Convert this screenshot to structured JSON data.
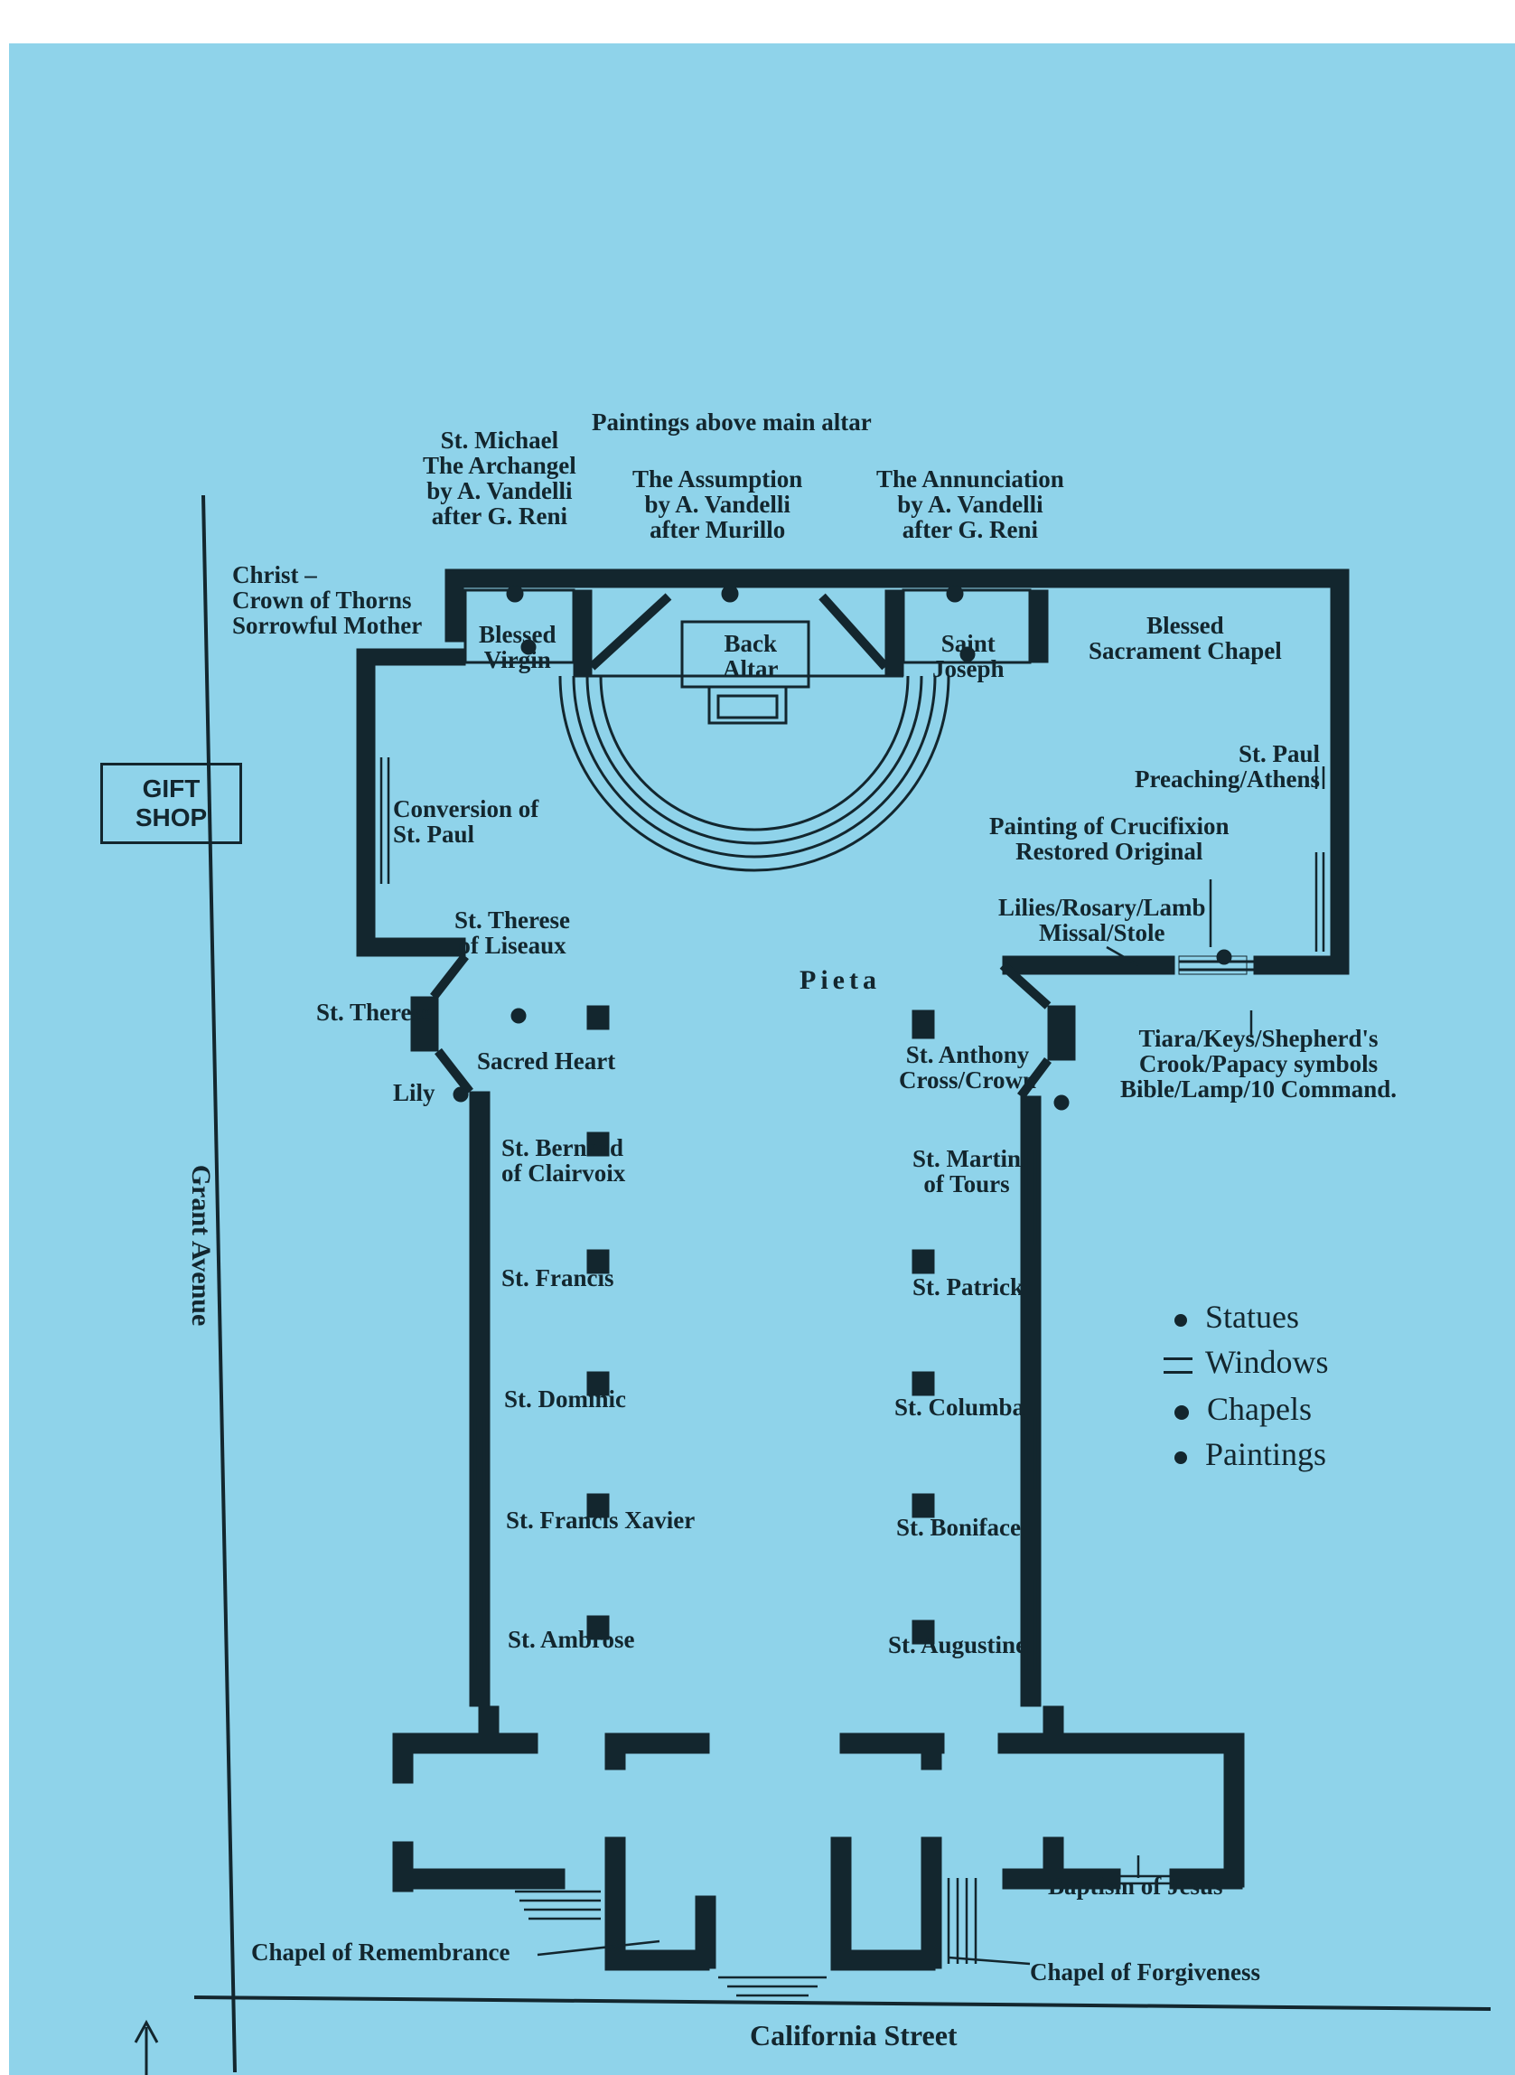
{
  "map": {
    "header": {
      "paintings_above": "Paintings above main altar"
    },
    "altar_paintings": [
      {
        "lines": [
          "St. Michael",
          "The Archangel",
          "by A. Vandelli",
          "after G. Reni"
        ]
      },
      {
        "lines": [
          "The Assumption",
          "by A. Vandelli",
          "after Murillo"
        ]
      },
      {
        "lines": [
          "The Annunciation",
          "by A. Vandelli",
          "after G. Reni"
        ]
      }
    ],
    "christ": [
      "Christ –",
      "Crown of Thorns",
      "Sorrowful Mother"
    ],
    "blessed_virgin": [
      "Blessed",
      "Virgin"
    ],
    "back_altar": [
      "Back",
      "Altar"
    ],
    "saint_joseph": [
      "Saint",
      "Joseph"
    ],
    "sacrament_chapel": [
      "Blessed",
      "Sacrament Chapel"
    ],
    "gift_shop": [
      "GIFT",
      "SHOP"
    ],
    "st_paul_preaching": [
      "St. Paul",
      "Preaching/Athens"
    ],
    "crucifixion": [
      "Painting of Crucifixion",
      "Restored Original"
    ],
    "lilies": [
      "Lilies/Rosary/Lamb",
      "Missal/Stole"
    ],
    "conversion": [
      "Conversion of",
      "St. Paul"
    ],
    "therese_liseaux": [
      "St. Therese",
      "of Liseaux"
    ],
    "pieta": "Pieta",
    "st_therese": "St. Therese",
    "lily": "Lily",
    "sacred_heart": "Sacred Heart",
    "st_anthony": [
      "St. Anthony",
      "Cross/Crown"
    ],
    "tiara": [
      "Tiara/Keys/Shepherd's",
      "Crook/Papacy symbols",
      "Bible/Lamp/10 Command."
    ],
    "left_windows": [
      {
        "lines": [
          "St. Bernard",
          "of Clairvoix"
        ]
      },
      {
        "lines": [
          "St. Francis"
        ]
      },
      {
        "lines": [
          "St. Dominic"
        ]
      },
      {
        "lines": [
          "St. Francis Xavier"
        ]
      },
      {
        "lines": [
          "St. Ambrose"
        ]
      }
    ],
    "right_windows": [
      {
        "lines": [
          "St. Martin",
          "of Tours"
        ]
      },
      {
        "lines": [
          "St. Patrick"
        ]
      },
      {
        "lines": [
          "St. Columba"
        ]
      },
      {
        "lines": [
          "St. Boniface"
        ]
      },
      {
        "lines": [
          "St. Augustine"
        ]
      }
    ],
    "street_left": "Grant Avenue",
    "street_bottom": "California Street",
    "baptism": "Baptism of Jesus",
    "chapel_remembrance": "Chapel of Remembrance",
    "chapel_forgiveness": "Chapel of Forgiveness",
    "legend": [
      {
        "label": "Statues",
        "icon": "dot-icon"
      },
      {
        "label": "Windows",
        "icon": "double-line-icon"
      },
      {
        "label": "Chapels",
        "icon": "dot-icon"
      },
      {
        "label": "Paintings",
        "icon": "dot-icon"
      }
    ],
    "colors": {
      "paper": "#8fd3ea",
      "ink": "#13262e",
      "margin": "#ffffff"
    }
  }
}
